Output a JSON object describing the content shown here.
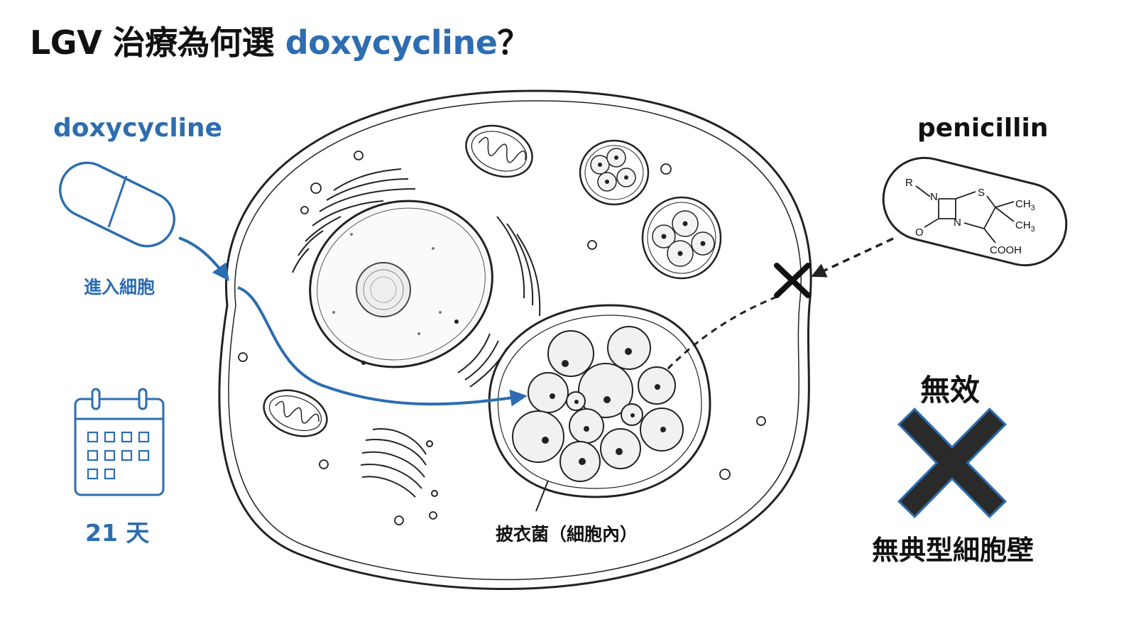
{
  "title": {
    "prefix": "LGV 治療為何選 ",
    "highlight": "doxycycline",
    "suffix": "？"
  },
  "left_panel": {
    "drug_name": "doxycycline",
    "action_label": "進入細胞",
    "duration_label": "21 天",
    "icons": [
      "capsule-icon",
      "calendar-icon"
    ]
  },
  "cell": {
    "pathogen_label": "披衣菌（細胞內）"
  },
  "right_panel": {
    "drug_name": "penicillin",
    "structure": {
      "r_group": "R",
      "atom_n1": "N",
      "atom_n2": "N",
      "atom_s": "S",
      "atom_o": "O",
      "ch3_a": "CH",
      "ch3_b": "CH",
      "subscript": "3",
      "carboxyl": "COOH"
    },
    "result_label": "無效",
    "reason_label": "無典型細胞壁",
    "icons": [
      "block-x-icon",
      "big-x-icon"
    ]
  },
  "colors": {
    "accent": "#2d6db0",
    "ink": "#111111",
    "x_fill": "#2a2a2a"
  }
}
